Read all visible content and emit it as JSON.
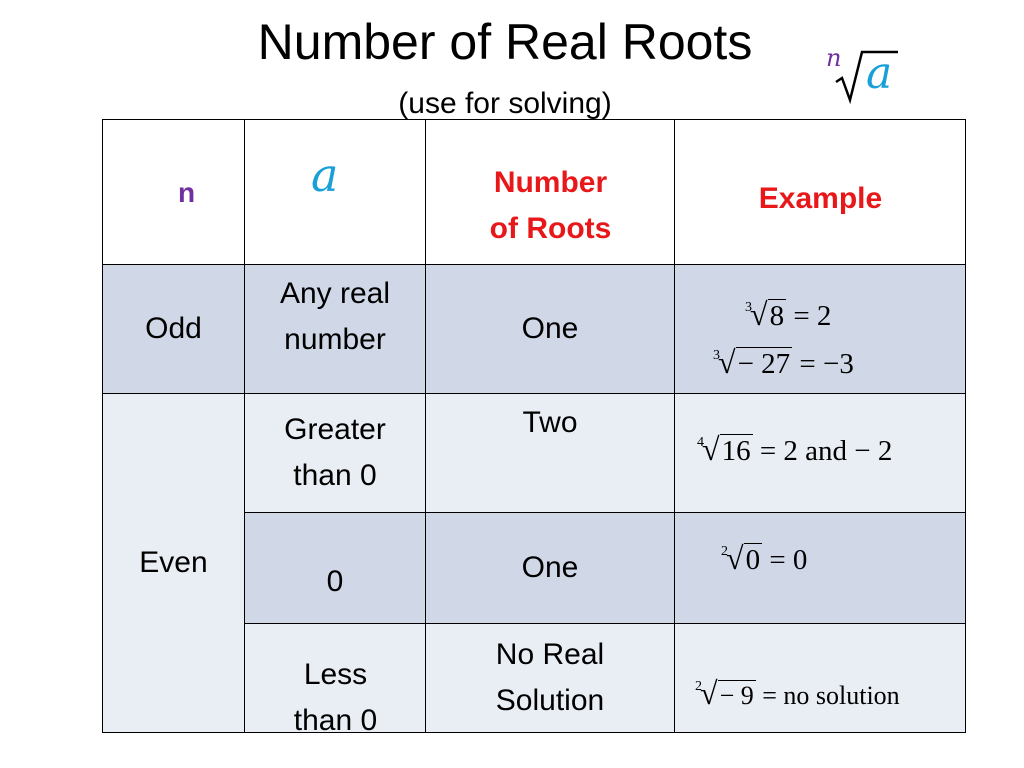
{
  "title": "Number of Real Roots",
  "subtitle": "(use for solving)",
  "title_radical": {
    "index": "n",
    "variable": "a"
  },
  "table": {
    "headers": {
      "n": "n",
      "a": "a",
      "roots": [
        "Number",
        "of Roots"
      ],
      "example": "Example"
    },
    "rows": {
      "odd": {
        "n": "Odd",
        "a": [
          "Any real",
          "number"
        ],
        "roots": "One",
        "examples": [
          {
            "index": "3",
            "radicand": "8",
            "result": "= 2"
          },
          {
            "index": "3",
            "radicand": "− 27",
            "result": "= −3"
          }
        ]
      },
      "even_label": "Even",
      "even_pos": {
        "a": [
          "Greater",
          "than 0"
        ],
        "roots": "Two",
        "example": {
          "index": "4",
          "radicand": "16",
          "result": "= 2  and − 2"
        }
      },
      "even_zero": {
        "a": "0",
        "roots": "One",
        "example": {
          "index": "2",
          "radicand": "0",
          "result": "= 0"
        }
      },
      "even_neg": {
        "a": [
          "Less",
          "than 0"
        ],
        "roots": [
          "No Real",
          "Solution"
        ],
        "example": {
          "index": "2",
          "radicand": "− 9",
          "result": "= no solution"
        }
      }
    }
  },
  "colors": {
    "purple": "#7030a0",
    "blue": "#1aa0d8",
    "red": "#e8171a",
    "band_dark": "#d0d8e8",
    "band_light": "#e9edf4"
  }
}
